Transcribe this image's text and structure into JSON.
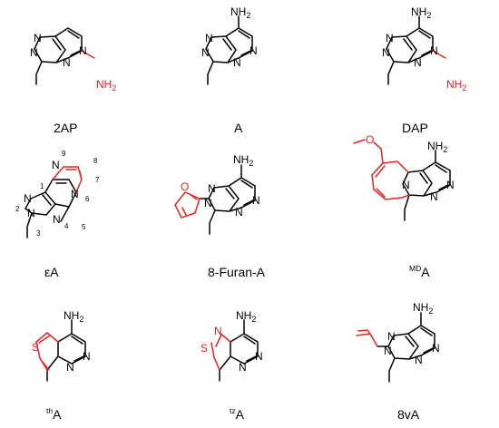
{
  "colors": {
    "bond": "#000000",
    "highlight": "#e8231f",
    "background": "#ffffff"
  },
  "captions": {
    "c2ap": "2AP",
    "ca": "A",
    "cdap": "DAP",
    "cea": "εA",
    "cfuran": "8-Furan-A",
    "cmda_sup": "MD",
    "cmda_base": "A",
    "ctha_sup": "th",
    "ctha_base": "A",
    "ctza_sup": "tz",
    "ctza_base": "A",
    "cvA": "8vA"
  },
  "atoms": {
    "N": "N",
    "NH": "NH",
    "sub2": "2",
    "O": "O",
    "S": "S"
  },
  "ring_numbers": [
    "1",
    "2",
    "3",
    "4",
    "5",
    "6",
    "7",
    "8",
    "9"
  ]
}
